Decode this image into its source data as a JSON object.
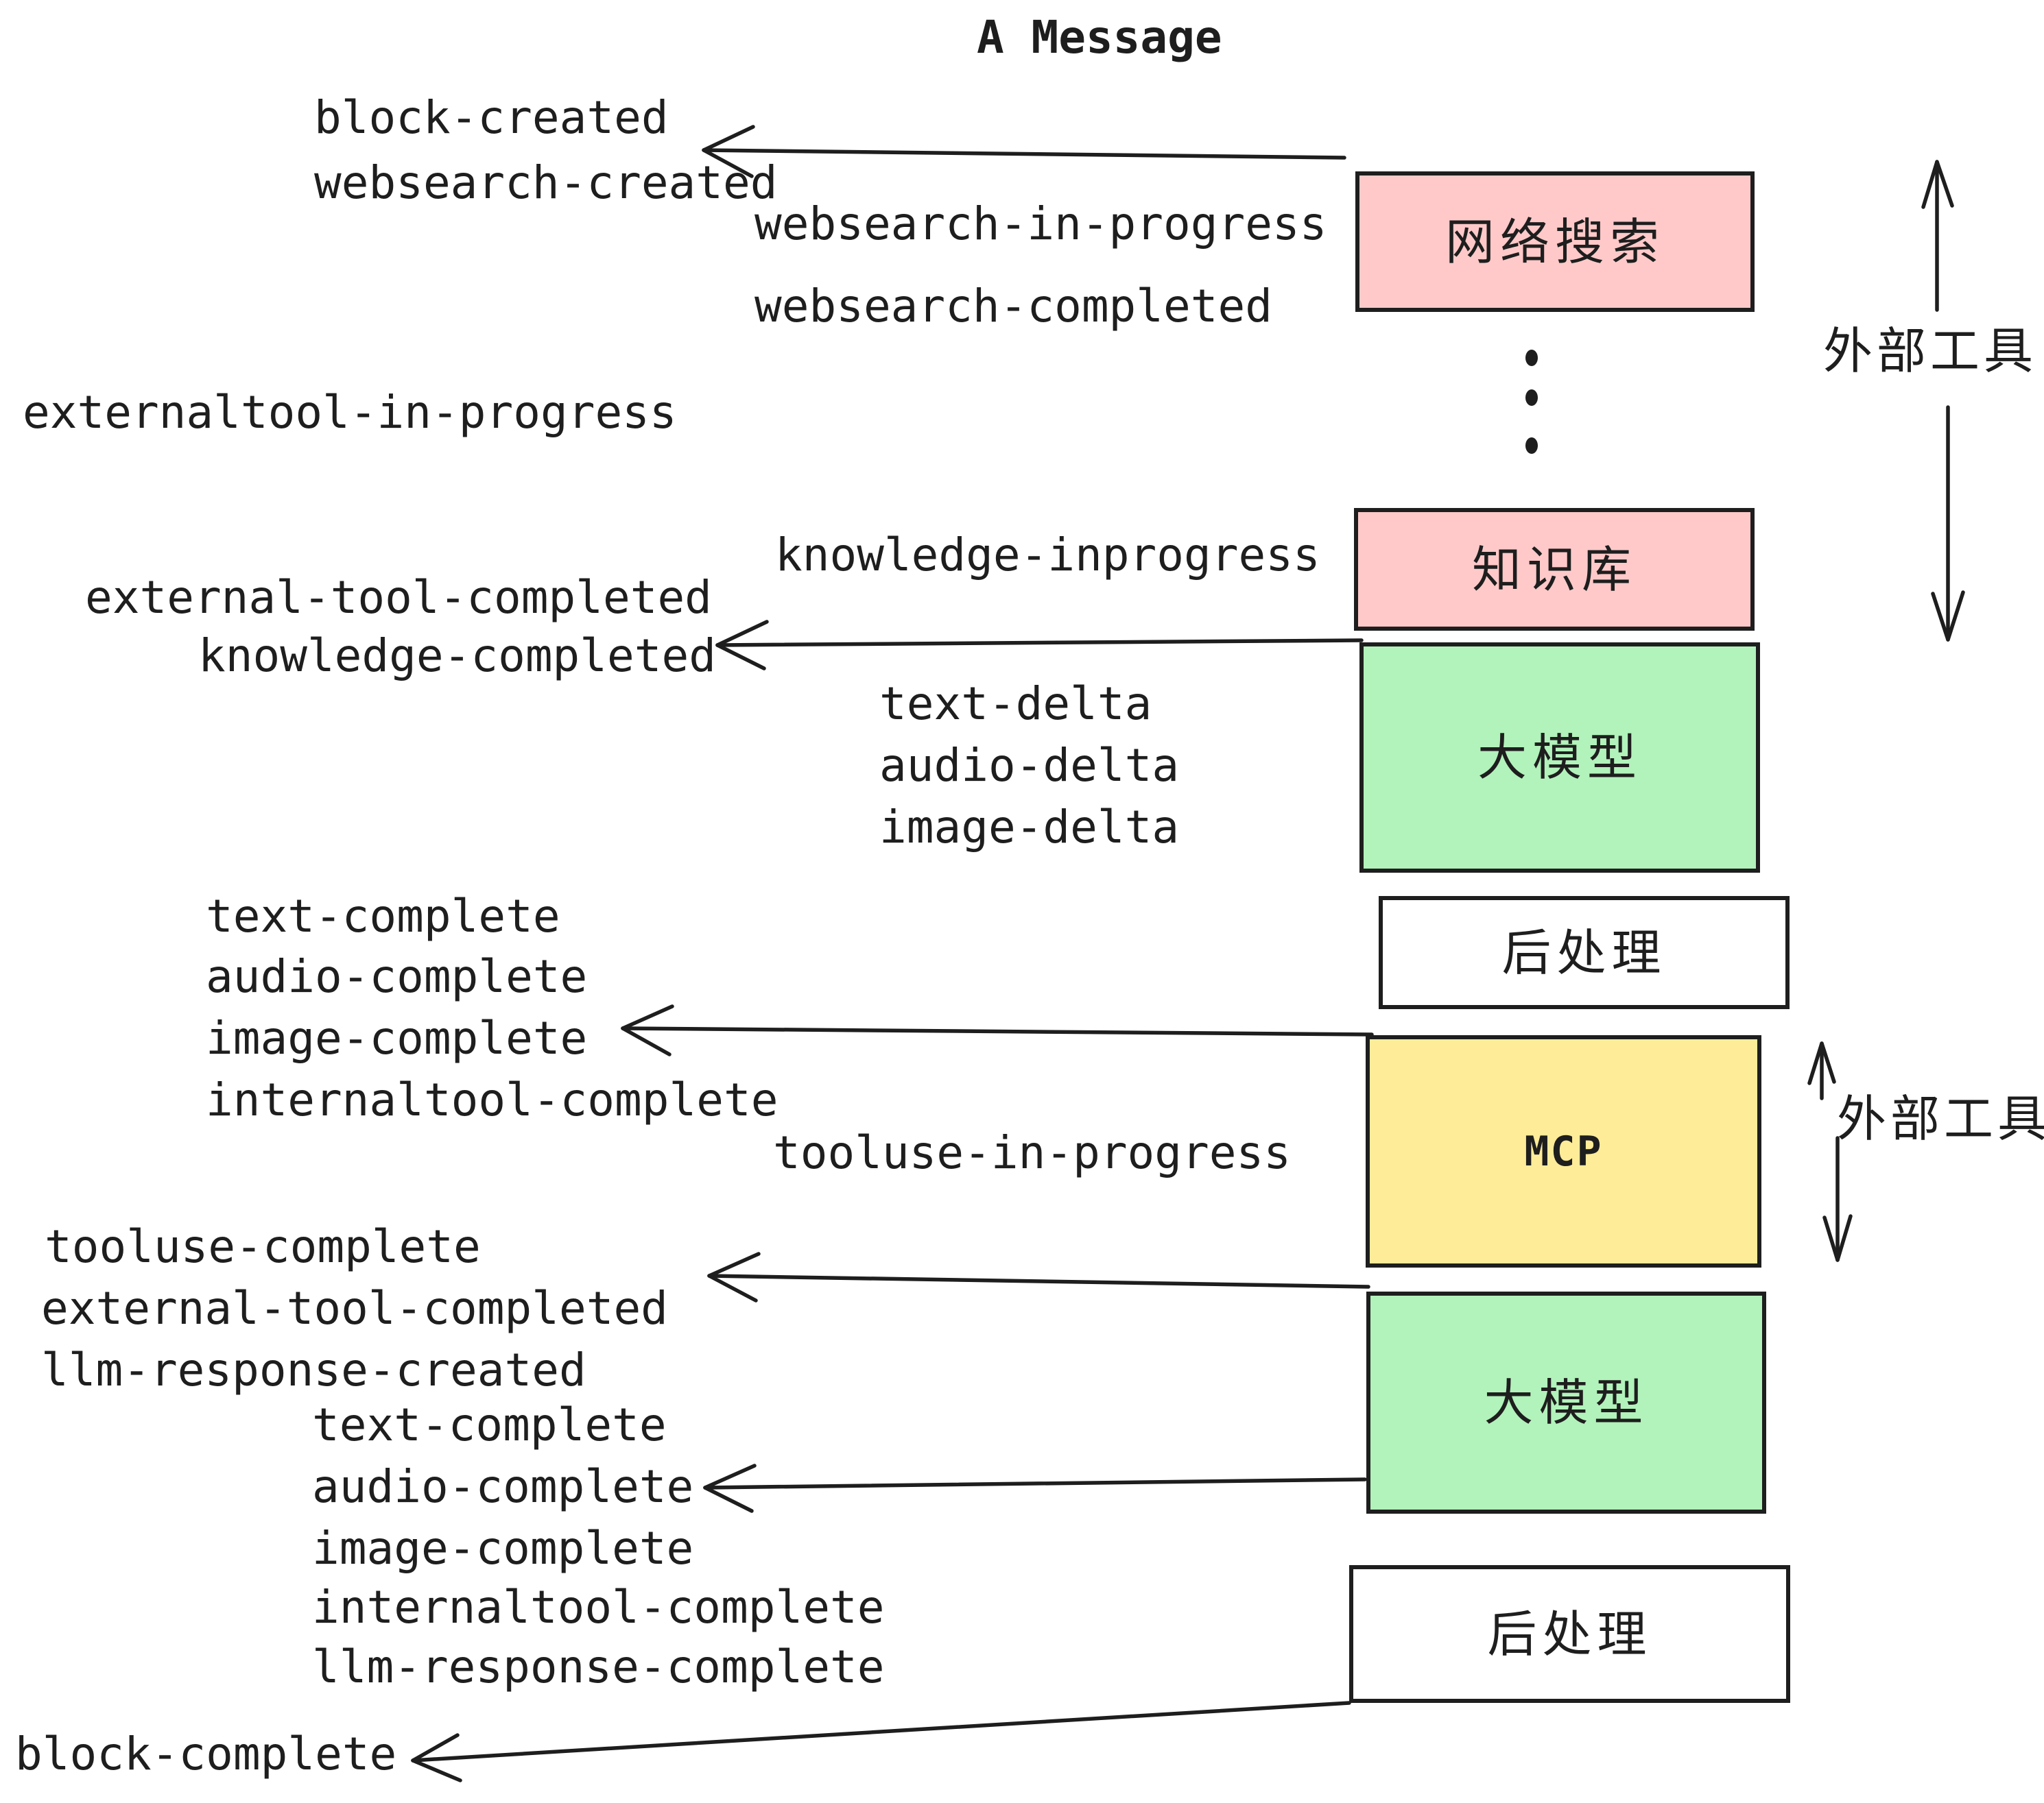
{
  "title": "A Message",
  "colors": {
    "box_pink": "#ffc9c9",
    "box_green": "#b2f2bb",
    "box_yellow": "#ffec99",
    "box_white": "#ffffff",
    "ink": "#1e1e1e",
    "background": "#ffffff"
  },
  "boxes": [
    {
      "id": "websearch",
      "label": "网络搜索",
      "color": "pink"
    },
    {
      "id": "knowledge",
      "label": "知识库",
      "color": "pink"
    },
    {
      "id": "llm1",
      "label": "大模型",
      "color": "green"
    },
    {
      "id": "post1",
      "label": "后处理",
      "color": "white"
    },
    {
      "id": "mcp",
      "label": "MCP",
      "color": "yellow"
    },
    {
      "id": "llm2",
      "label": "大模型",
      "color": "green"
    },
    {
      "id": "post2",
      "label": "后处理",
      "color": "white"
    }
  ],
  "side_labels": {
    "external_tools": "外部工具"
  },
  "events": {
    "block_created": "block-created",
    "websearch_created": "websearch-created",
    "websearch_in_progress": "websearch-in-progress",
    "websearch_completed": "websearch-completed",
    "externaltool_in_progress": "externaltool-in-progress",
    "knowledge_inprogress": "knowledge-inprogress",
    "external_tool_completed": "external-tool-completed",
    "knowledge_completed": "knowledge-completed",
    "text_delta": "text-delta",
    "audio_delta": "audio-delta",
    "image_delta": "image-delta",
    "text_complete": "text-complete",
    "audio_complete": "audio-complete",
    "image_complete": "image-complete",
    "internaltool_complete": "internaltool-complete",
    "tooluse_in_progress": "tooluse-in-progress",
    "tooluse_complete": "tooluse-complete",
    "llm_response_created": "llm-response-created",
    "llm_response_complete": "llm-response-complete",
    "block_complete": "block-complete"
  }
}
